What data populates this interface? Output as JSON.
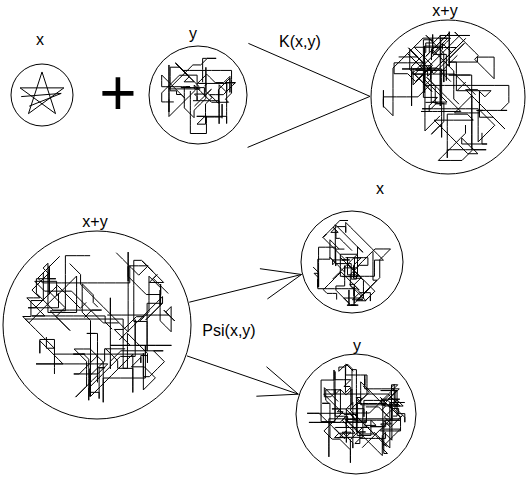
{
  "diagram": {
    "nodes": [
      {
        "text": [
          "x"
        ]
      },
      {
        "text": [
          "y"
        ]
      },
      {
        "text": [
          "x+y"
        ]
      },
      {
        "text": [
          "x+y"
        ]
      },
      {
        "text": [
          "x"
        ]
      },
      {
        "text": [
          "y"
        ]
      }
    ],
    "edges": [
      {
        "from": 1,
        "to": 2,
        "arrow": "to",
        "label": "K(x,y)"
      },
      {
        "from": 3,
        "to": 4,
        "arrow": "to",
        "label": "Psi(x,y)"
      },
      {
        "from": 3,
        "to": 5,
        "arrow": "to"
      }
    ],
    "labels": [
      "+"
    ]
  }
}
